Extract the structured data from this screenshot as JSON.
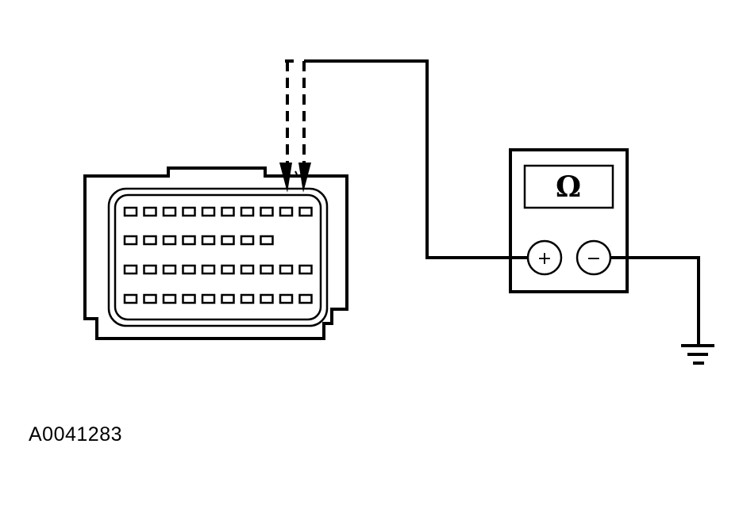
{
  "meter": {
    "display_symbol": "Ω",
    "positive_symbol": "+",
    "negative_symbol": "−"
  },
  "connector": {
    "rows": [
      10,
      8,
      10,
      10
    ]
  },
  "figure_id": "A0041283"
}
